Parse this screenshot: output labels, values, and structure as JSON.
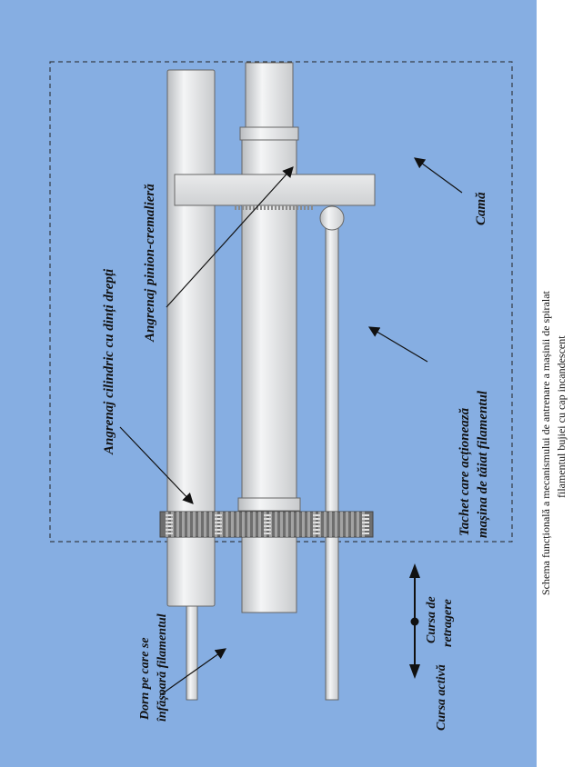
{
  "colors": {
    "panel": "#86aee2",
    "shaft": "#e3e5e6",
    "gear": "#6e6e6e",
    "ink": "#111111"
  },
  "labels": {
    "cama": "Camă",
    "tachet_line1": "Tachet care acționează",
    "tachet_line2": "mașina de tăiat filamentul",
    "angrenaj_pinion": "Angrenaj pinion-cremalieră",
    "angrenaj_cilindric": "Angrenaj cilindric cu dinți drepți",
    "dorn_line1": "Dorn pe care se",
    "dorn_line2": "înfășoară filamentul",
    "cursa_activa": "Cursa activă",
    "cursa_retragere_line1": "Cursa de",
    "cursa_retragere_line2": "retragere"
  },
  "caption": {
    "line1": "Schema funcțională a mecanismului de antrenare a mașinii de spiralat",
    "line2": "filamentul bujiei cu cap incandescent"
  }
}
